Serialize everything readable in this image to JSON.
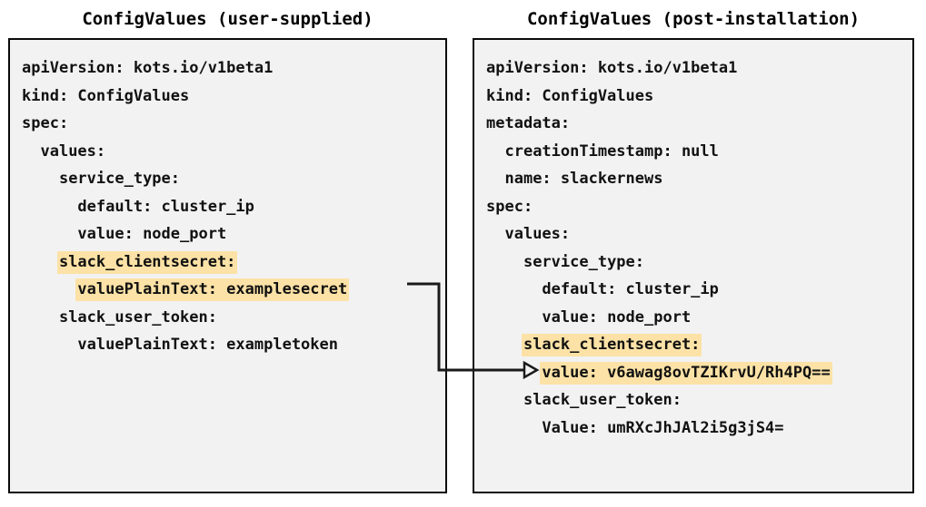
{
  "panels": [
    {
      "id": "user-supplied",
      "title": "ConfigValues (user-supplied)",
      "lines": [
        {
          "indent": 0,
          "text": "apiVersion: kots.io/v1beta1",
          "highlight": false
        },
        {
          "indent": 0,
          "text": "kind: ConfigValues",
          "highlight": false
        },
        {
          "indent": 0,
          "text": "spec:",
          "highlight": false
        },
        {
          "indent": 1,
          "text": "values:",
          "highlight": false
        },
        {
          "indent": 2,
          "text": "service_type:",
          "highlight": false
        },
        {
          "indent": 3,
          "text": "default: cluster_ip",
          "highlight": false
        },
        {
          "indent": 3,
          "text": "value: node_port",
          "highlight": false
        },
        {
          "indent": 2,
          "text": "slack_clientsecret:",
          "highlight": true
        },
        {
          "indent": 3,
          "text": "valuePlainText: examplesecret",
          "highlight": true
        },
        {
          "indent": 2,
          "text": "slack_user_token:",
          "highlight": false
        },
        {
          "indent": 3,
          "text": "valuePlainText: exampletoken",
          "highlight": false
        }
      ]
    },
    {
      "id": "post-installation",
      "title": "ConfigValues (post-installation)",
      "lines": [
        {
          "indent": 0,
          "text": "apiVersion: kots.io/v1beta1",
          "highlight": false
        },
        {
          "indent": 0,
          "text": "kind: ConfigValues",
          "highlight": false
        },
        {
          "indent": 0,
          "text": "metadata:",
          "highlight": false
        },
        {
          "indent": 1,
          "text": "creationTimestamp: null",
          "highlight": false
        },
        {
          "indent": 1,
          "text": "name: slackernews",
          "highlight": false
        },
        {
          "indent": 0,
          "text": "spec:",
          "highlight": false
        },
        {
          "indent": 1,
          "text": "values:",
          "highlight": false
        },
        {
          "indent": 2,
          "text": "service_type:",
          "highlight": false
        },
        {
          "indent": 3,
          "text": "default: cluster_ip",
          "highlight": false
        },
        {
          "indent": 3,
          "text": "value: node_port",
          "highlight": false
        },
        {
          "indent": 2,
          "text": "slack_clientsecret:",
          "highlight": true
        },
        {
          "indent": 3,
          "text": "value: v6awag8ovTZIKrvU/Rh4PQ==",
          "highlight": true
        },
        {
          "indent": 2,
          "text": "slack_user_token:",
          "highlight": false
        },
        {
          "indent": 3,
          "text": "Value: umRXcJhJAl2i5g3jS4=",
          "highlight": false
        }
      ]
    }
  ],
  "connector": {
    "label": "transformation-arrow",
    "from_line": "valuePlainText: examplesecret",
    "to_line": "value: v6awag8ovTZIKrvU/Rh4PQ==",
    "color": "#1a1a1a"
  },
  "colors": {
    "highlight": "#fce2a6",
    "panel_background": "#f2f2f2",
    "panel_border": "#0a0a0a",
    "text": "#111111",
    "page_background": "#ffffff"
  }
}
